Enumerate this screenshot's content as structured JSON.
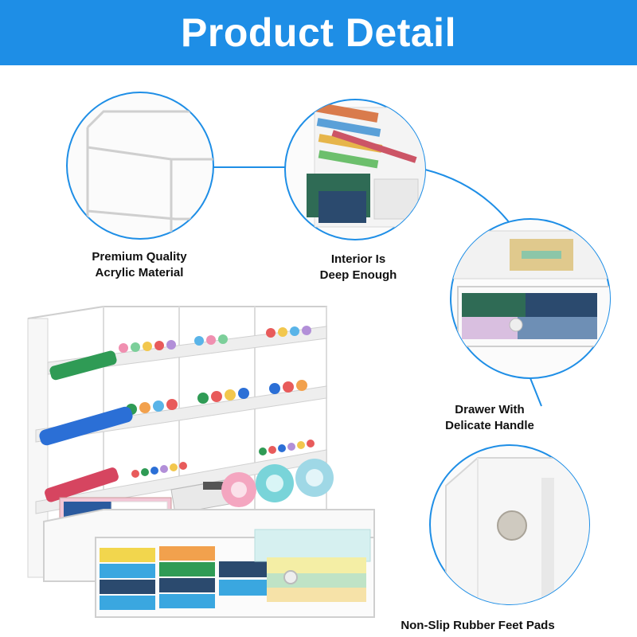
{
  "header": {
    "title": "Product Detail",
    "background_color": "#1e8ee6"
  },
  "callouts": [
    {
      "line1": "Premium Quality",
      "line2": "Acrylic Material",
      "icon": "acrylic-corner-closeup"
    },
    {
      "line1": "Interior Is",
      "line2": "Deep Enough",
      "icon": "interior-colored-pencils-closeup"
    },
    {
      "line1": "Drawer With",
      "line2": "Delicate Handle",
      "icon": "drawer-handle-closeup"
    },
    {
      "line1": "Non-Slip Rubber Feet Pads",
      "line2": "",
      "icon": "rubber-foot-pad-closeup"
    }
  ],
  "product": {
    "name_icon": "acrylic-desk-organizer-with-markers",
    "accent_circle_color": "#1e8ee6"
  }
}
